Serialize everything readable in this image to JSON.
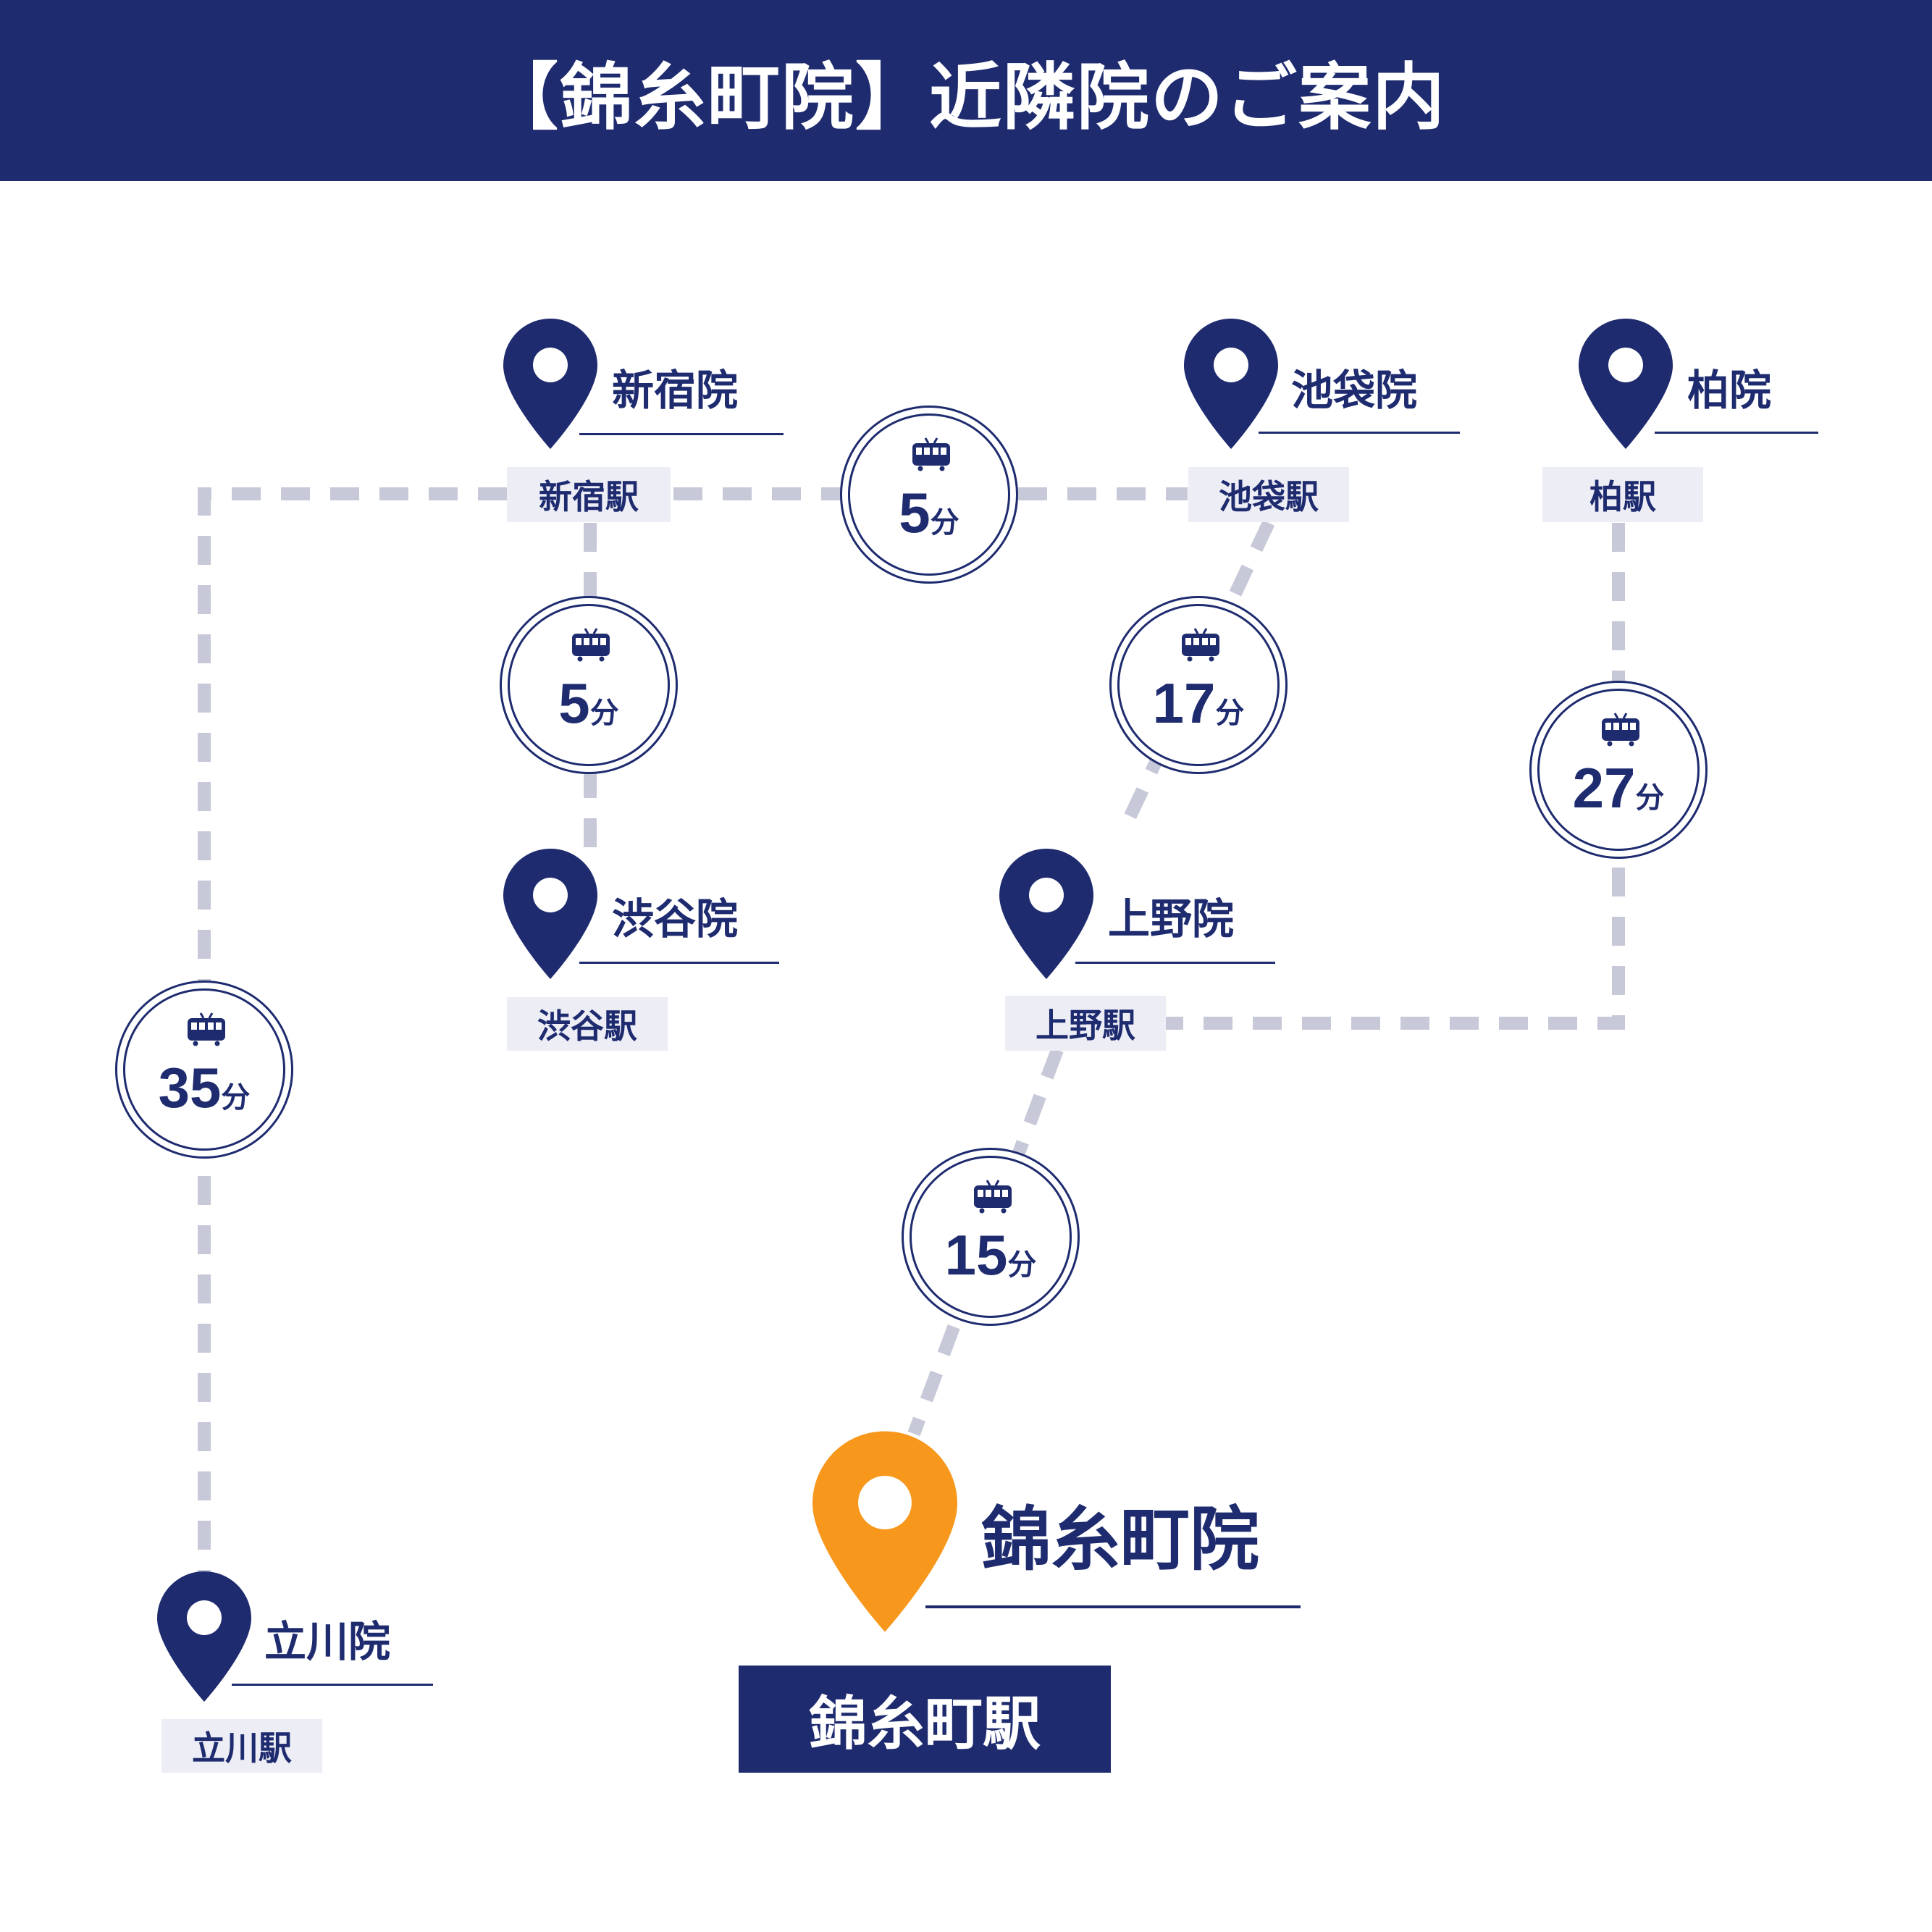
{
  "header": {
    "title": "【錦糸町院】近隣院のご案内"
  },
  "colors": {
    "navy": "#1e2b6f",
    "orange": "#f7981d",
    "route": "#c7c8d8",
    "station_bg": "#ecedf5"
  },
  "icons": {
    "pin": "location-pin-icon",
    "train": "train-icon"
  },
  "clinics": {
    "shinjuku": {
      "name": "新宿院",
      "station": "新宿駅"
    },
    "ikebukuro": {
      "name": "池袋院",
      "station": "池袋駅"
    },
    "kashiwa": {
      "name": "柏院",
      "station": "柏駅"
    },
    "shibuya": {
      "name": "渋谷院",
      "station": "渋谷駅"
    },
    "ueno": {
      "name": "上野院",
      "station": "上野駅"
    },
    "tachikawa": {
      "name": "立川院",
      "station": "立川駅"
    },
    "kinshicho": {
      "name": "錦糸町院",
      "station": "錦糸町駅"
    }
  },
  "travel_times": {
    "shinjuku_ikebukuro": {
      "value": "5",
      "unit": "分"
    },
    "shinjuku_shibuya": {
      "value": "5",
      "unit": "分"
    },
    "ikebukuro_ueno": {
      "value": "17",
      "unit": "分"
    },
    "kashiwa_ueno": {
      "value": "27",
      "unit": "分"
    },
    "shinjuku_tachikawa": {
      "value": "35",
      "unit": "分"
    },
    "ueno_kinshicho": {
      "value": "15",
      "unit": "分"
    }
  }
}
